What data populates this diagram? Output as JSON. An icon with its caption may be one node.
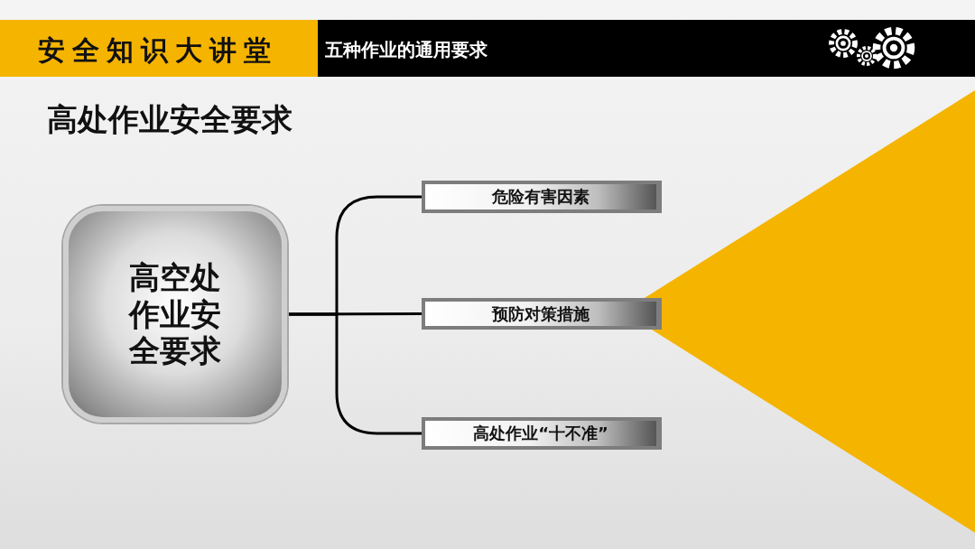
{
  "diagram": {
    "title": "高处作业安全要求",
    "nodes": [
      {
        "text": [
          "高空处作业安全要求"
        ]
      },
      {
        "text": [
          "危险有害因素"
        ]
      },
      {
        "text": [
          "预防对策措施"
        ]
      },
      {
        "text": [
          "高处作业“十不准”"
        ]
      }
    ],
    "edges": [
      {
        "from": 0,
        "to": 1,
        "arrow": "none"
      },
      {
        "from": 0,
        "to": 2,
        "arrow": "none"
      },
      {
        "from": 0,
        "to": 3,
        "arrow": "none"
      }
    ],
    "labels": [
      "安全知识大讲堂",
      "五种作业的通用要求"
    ]
  }
}
